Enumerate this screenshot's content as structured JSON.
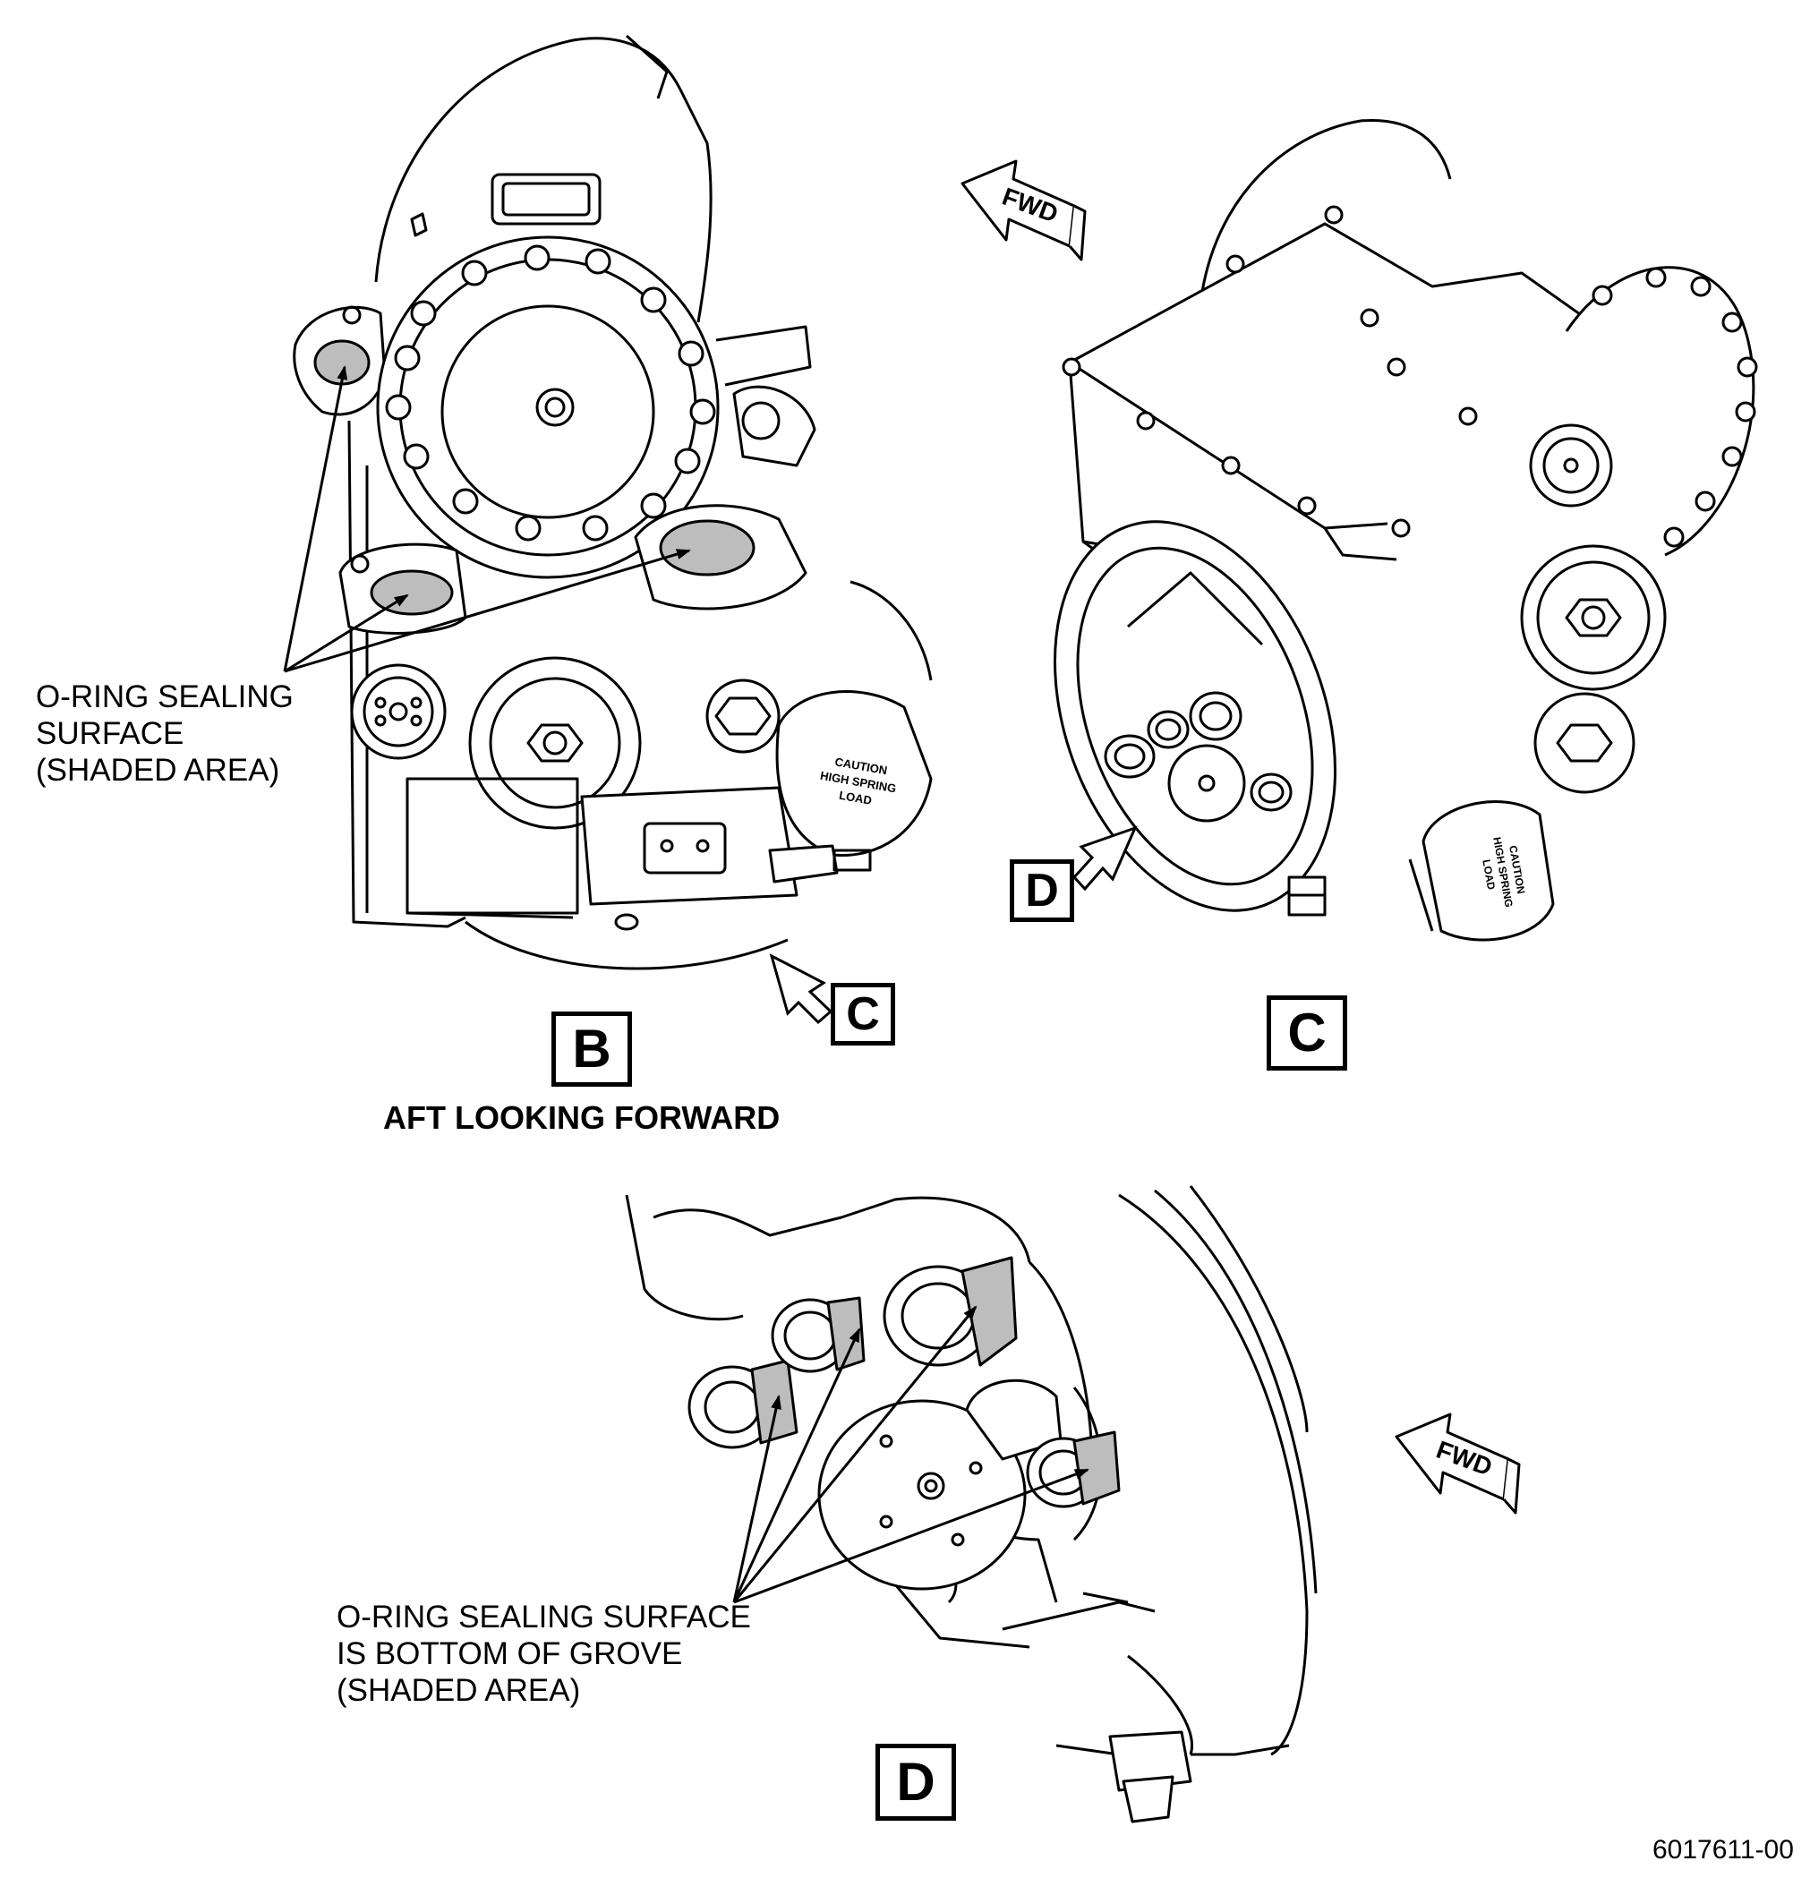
{
  "view_b": {
    "callout_lines": [
      "O-RING SEALING",
      "SURFACE",
      "(SHADED AREA)"
    ],
    "label": "B",
    "ref_label": "C",
    "caption": "AFT LOOKING FORWARD",
    "decal": [
      "CAUTION",
      "HIGH SPRING",
      "LOAD"
    ]
  },
  "view_c": {
    "label": "C",
    "ref_label": "D",
    "fwd": "FWD"
  },
  "view_d": {
    "callout_lines": [
      "O-RING SEALING SURFACE",
      "IS BOTTOM OF GROVE",
      "(SHADED AREA)"
    ],
    "label": "D",
    "fwd": "FWD"
  },
  "figure_number": "6017611-00",
  "colors": {
    "line": "#000000",
    "shade": "#bdbdbd",
    "paper": "#ffffff"
  }
}
